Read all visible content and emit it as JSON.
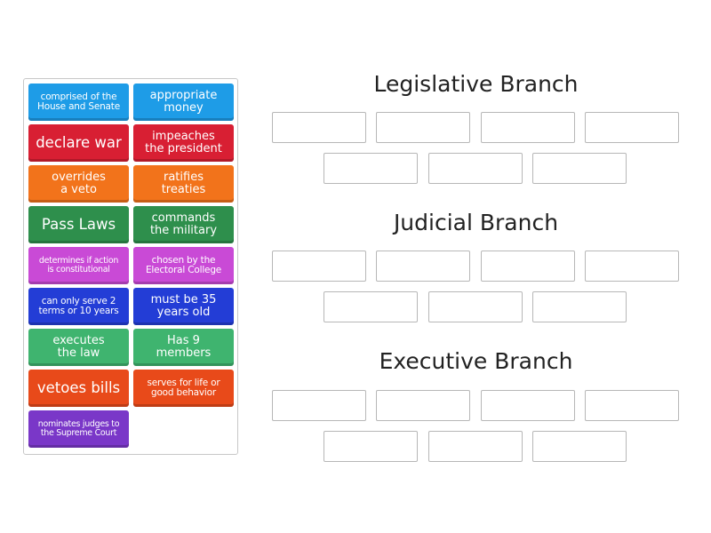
{
  "colors": {
    "light_blue": "#1e9ce7",
    "red": "#d81f33",
    "orange": "#f2731b",
    "green": "#2e8f4c",
    "magenta": "#c94ad6",
    "blue": "#233dd6",
    "sea_green": "#3fb46f",
    "red_orange": "#e84a1a",
    "purple": "#7a37c8"
  },
  "tiles": [
    {
      "label": "comprised of the\nHouse and Senate",
      "color": "light_blue"
    },
    {
      "label": "appropriate\nmoney",
      "color": "light_blue"
    },
    {
      "label": "declare war",
      "color": "red"
    },
    {
      "label": "impeaches\nthe president",
      "color": "red"
    },
    {
      "label": "overrides\na veto",
      "color": "orange"
    },
    {
      "label": "ratifies\ntreaties",
      "color": "orange"
    },
    {
      "label": "Pass Laws",
      "color": "green"
    },
    {
      "label": "commands\nthe military",
      "color": "green"
    },
    {
      "label": "determines if action\nis constitutional",
      "color": "magenta"
    },
    {
      "label": "chosen by the\nElectoral College",
      "color": "magenta"
    },
    {
      "label": "can only serve 2\nterms or 10 years",
      "color": "blue"
    },
    {
      "label": "must be 35\nyears old",
      "color": "blue"
    },
    {
      "label": "executes\nthe law",
      "color": "sea_green"
    },
    {
      "label": "Has 9\nmembers",
      "color": "sea_green"
    },
    {
      "label": "vetoes bills",
      "color": "red_orange"
    },
    {
      "label": "serves for life or\ngood behavior",
      "color": "red_orange"
    },
    {
      "label": "nominates judges to\nthe Supreme Court",
      "color": "purple"
    }
  ],
  "groups": [
    {
      "title": "Legislative Branch"
    },
    {
      "title": "Judicial Branch"
    },
    {
      "title": "Executive Branch"
    }
  ]
}
